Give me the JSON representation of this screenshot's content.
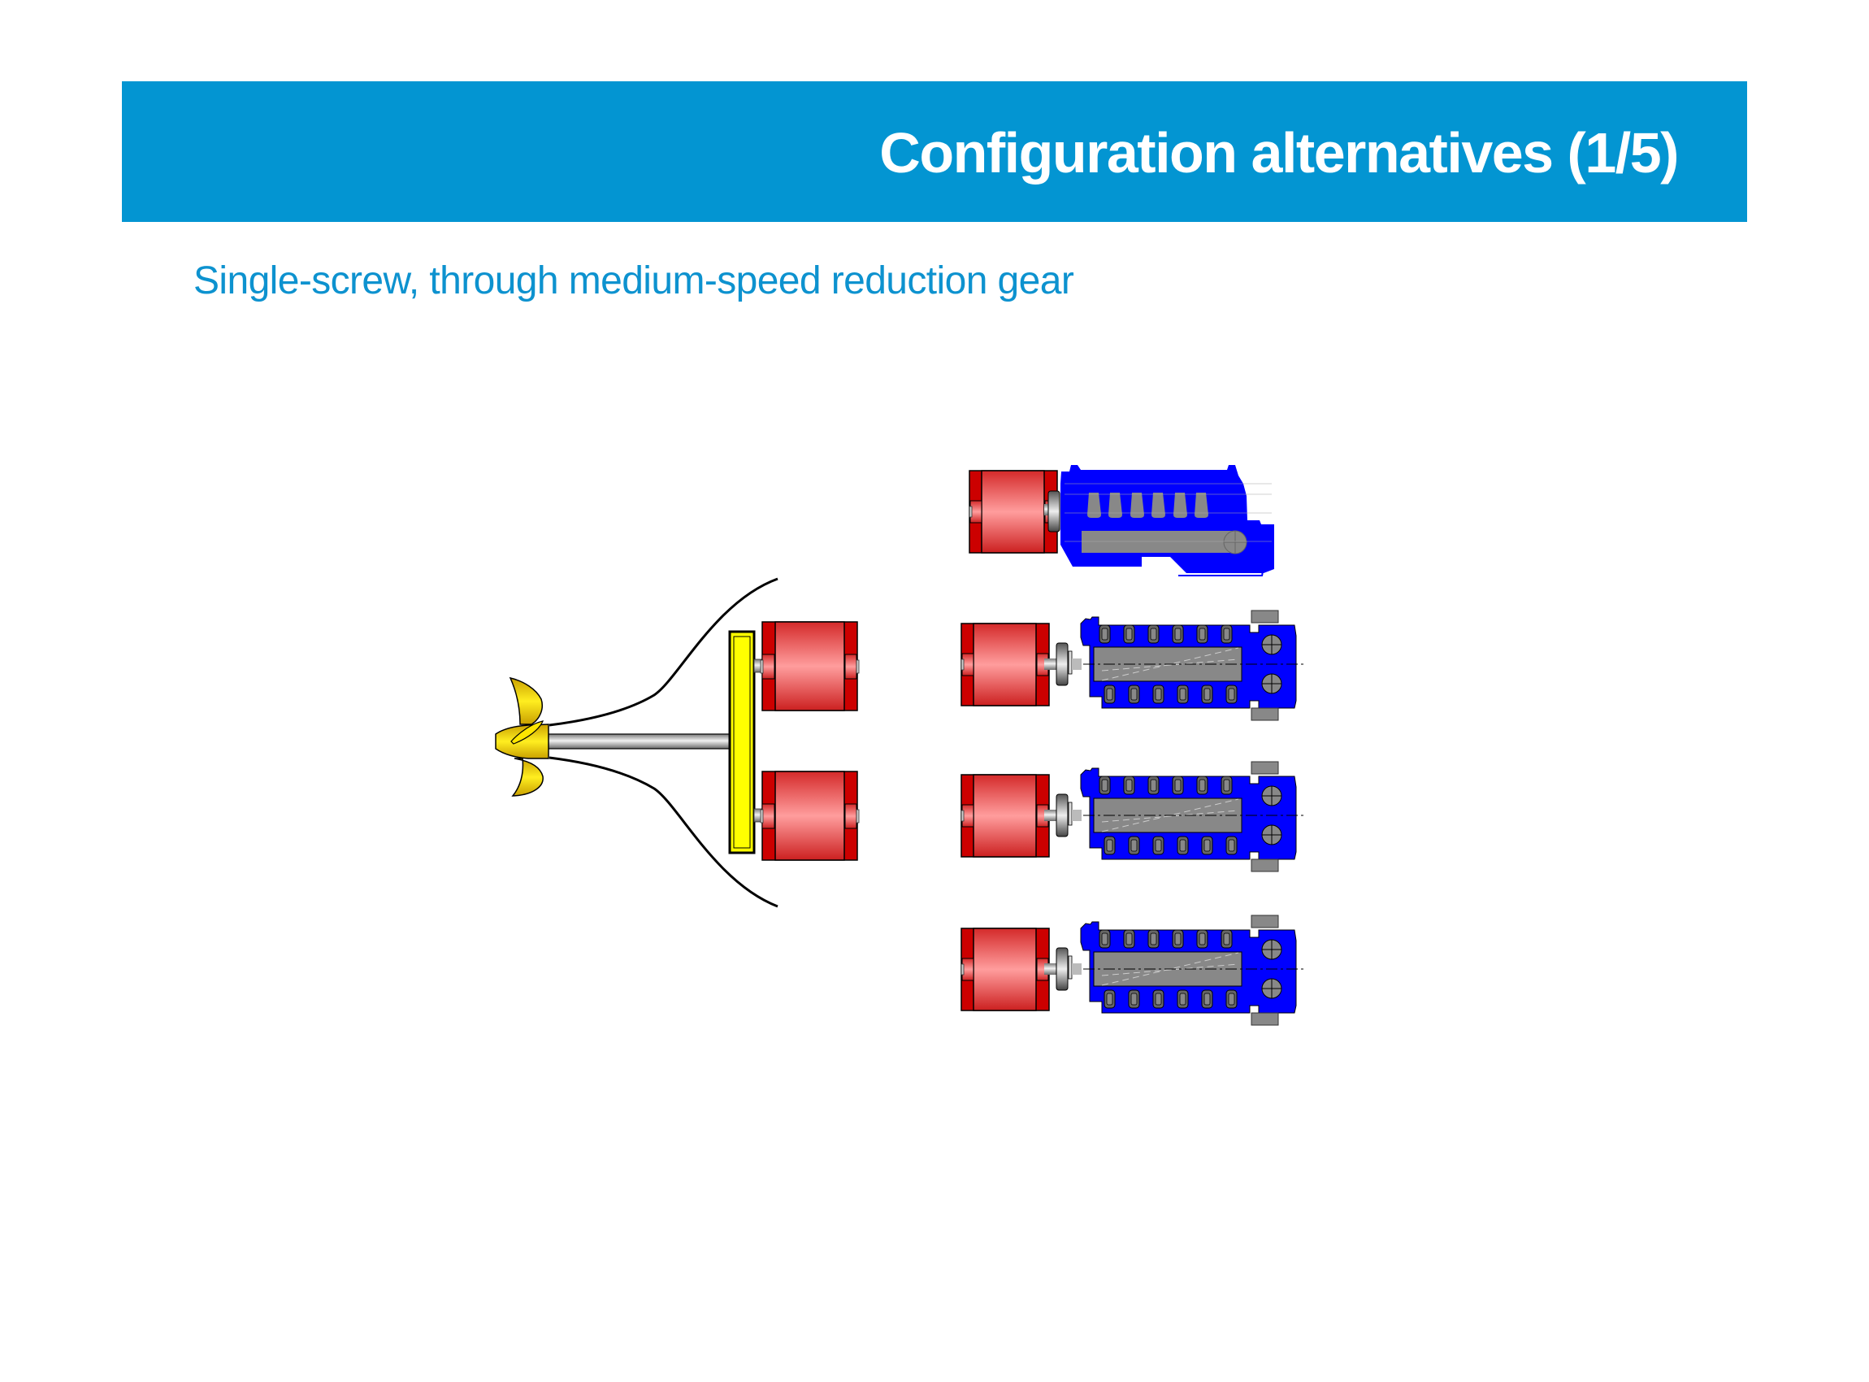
{
  "slide": {
    "title": "Configuration alternatives (1/5)",
    "subtitle": "Single-screw, through medium-speed reduction gear"
  },
  "colors": {
    "banner": "#0395D2",
    "title_text": "#FFFFFF",
    "subtitle_text": "#0D92CF",
    "propeller": "#F2D400",
    "shaft": "#B4B4B4",
    "gearbox": "#FFFF00",
    "motor_end": "#CC0000",
    "motor_body": "#FF9A9A",
    "engine": "#0000FF",
    "engine_detail": "#808080"
  },
  "diagram": {
    "propeller": {
      "type": "single-screw propeller",
      "blades": 3
    },
    "shaft_line": {
      "type": "propeller shaft"
    },
    "hull": {
      "type": "stern hull outline"
    },
    "reduction_gear": {
      "type": "medium-speed reduction gear"
    },
    "propulsion_motors": {
      "count": 2,
      "type": "electric motor"
    },
    "generator_sets": [
      {
        "view": "side",
        "cylinders": 6,
        "type": "diesel generator set"
      },
      {
        "view": "top",
        "cylinders": 12,
        "type": "diesel generator set"
      },
      {
        "view": "top",
        "cylinders": 12,
        "type": "diesel generator set"
      },
      {
        "view": "top",
        "cylinders": 12,
        "type": "diesel generator set"
      }
    ]
  }
}
